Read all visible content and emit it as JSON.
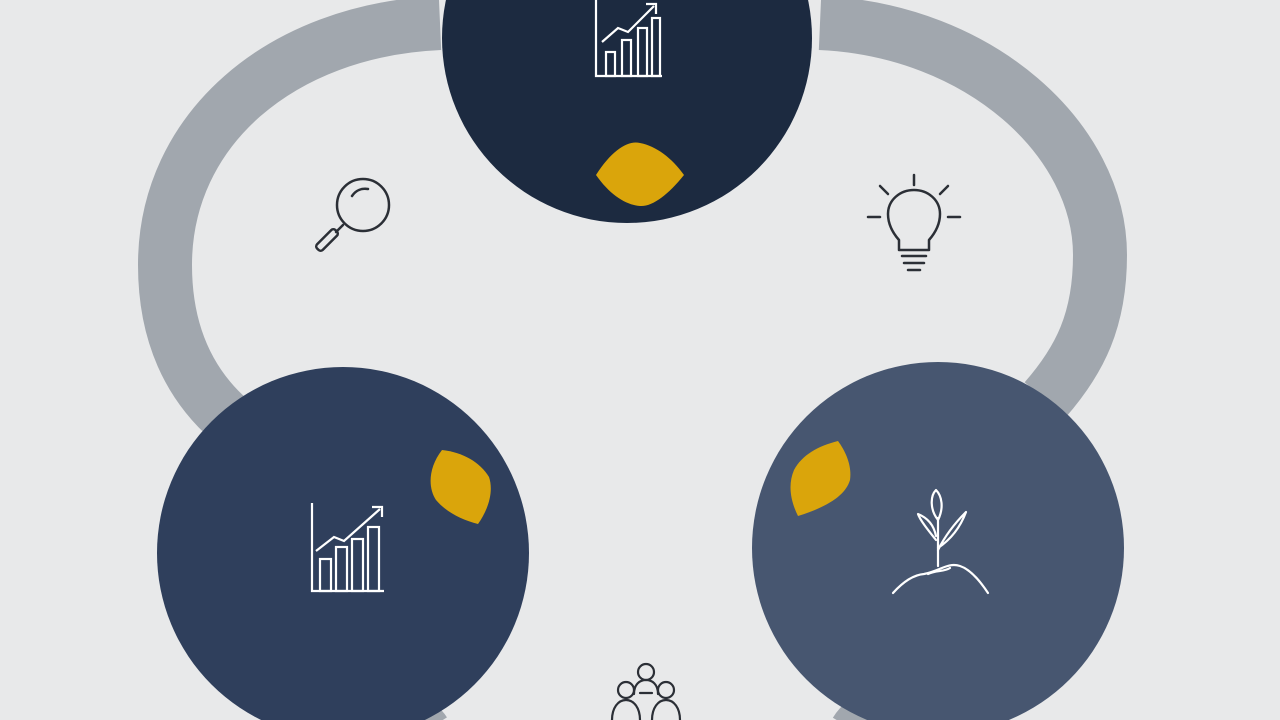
{
  "diagram": {
    "background": "#e8e9ea",
    "ring_color": "#a1a7ae",
    "accent_color": "#daa50b",
    "nodes": [
      {
        "id": "top",
        "fill": "#1c2a40",
        "icon": "growth-chart-icon",
        "accent": "leaf-marker"
      },
      {
        "id": "bottom-left",
        "fill": "#2f3f5c",
        "icon": "growth-chart-icon",
        "accent": "leaf-marker"
      },
      {
        "id": "bottom-right",
        "fill": "#475670",
        "icon": "plant-sprout-icon",
        "accent": "leaf-marker"
      }
    ],
    "connector_icons": [
      "magnifier-icon",
      "lightbulb-icon",
      "team-icon"
    ]
  }
}
